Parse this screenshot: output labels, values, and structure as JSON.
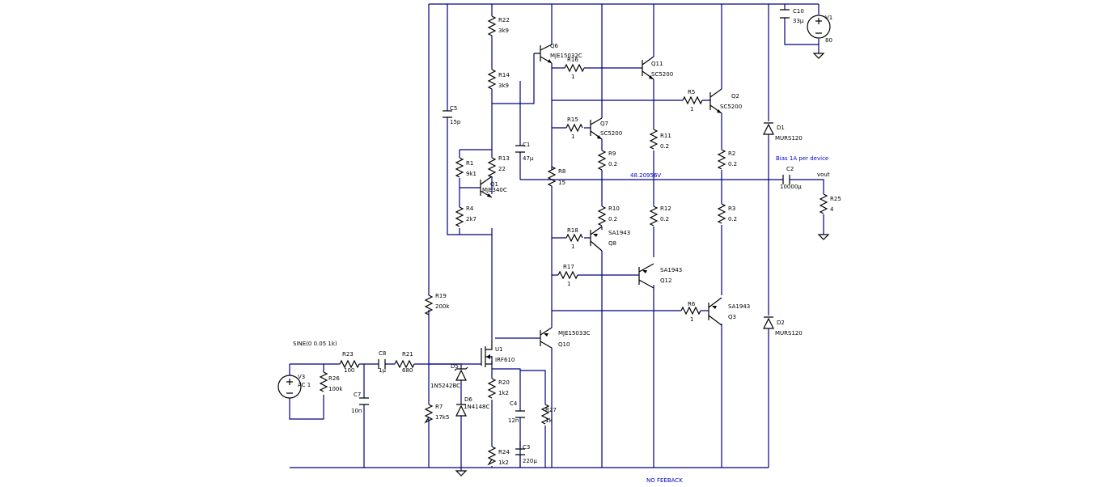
{
  "source": {
    "name": "V3",
    "value": "AC 1",
    "directive": "SINE(0 0.05 1k)"
  },
  "supply": {
    "name": "V1",
    "value": "80"
  },
  "resistors": [
    {
      "name": "R22",
      "value": "3k9"
    },
    {
      "name": "R14",
      "value": "3k9"
    },
    {
      "name": "R16",
      "value": "1"
    },
    {
      "name": "R5",
      "value": "1"
    },
    {
      "name": "R15",
      "value": "1"
    },
    {
      "name": "R11",
      "value": "0.2"
    },
    {
      "name": "R9",
      "value": "0.2"
    },
    {
      "name": "R2",
      "value": "0.2"
    },
    {
      "name": "R13",
      "value": "22"
    },
    {
      "name": "R1",
      "value": "9k1"
    },
    {
      "name": "R8",
      "value": "15"
    },
    {
      "name": "R4",
      "value": "2k7"
    },
    {
      "name": "R10",
      "value": "0.2"
    },
    {
      "name": "R12",
      "value": "0.2"
    },
    {
      "name": "R3",
      "value": "0.2"
    },
    {
      "name": "R18",
      "value": "1"
    },
    {
      "name": "R17",
      "value": "1"
    },
    {
      "name": "R19",
      "value": "200k"
    },
    {
      "name": "R6",
      "value": "1"
    },
    {
      "name": "R23",
      "value": "100"
    },
    {
      "name": "R21",
      "value": "680"
    },
    {
      "name": "R26",
      "value": "100k"
    },
    {
      "name": "R20",
      "value": "1k2"
    },
    {
      "name": "R7",
      "value": "17k5"
    },
    {
      "name": "R27",
      "value": "1k"
    },
    {
      "name": "R24",
      "value": "1k2"
    },
    {
      "name": "R25",
      "value": "4"
    }
  ],
  "capacitors": [
    {
      "name": "C10",
      "value": "33µ"
    },
    {
      "name": "C5",
      "value": "15p"
    },
    {
      "name": "C1",
      "value": "47µ"
    },
    {
      "name": "C2",
      "value": "10000µ"
    },
    {
      "name": "C8",
      "value": "1µ"
    },
    {
      "name": "C7",
      "value": "10n"
    },
    {
      "name": "C4",
      "value": "12n"
    },
    {
      "name": "C3",
      "value": "220µ"
    }
  ],
  "transistors": [
    {
      "name": "Q6",
      "model": "MJE15032C"
    },
    {
      "name": "Q11",
      "model": "SC5200"
    },
    {
      "name": "Q2",
      "model": "SC5200"
    },
    {
      "name": "Q7",
      "model": "SC5200"
    },
    {
      "name": "Q1",
      "model": "MJE340C"
    },
    {
      "name": "Q8",
      "model": "SA1943"
    },
    {
      "name": "Q12",
      "model": "SA1943"
    },
    {
      "name": "Q3",
      "model": "SA1943"
    },
    {
      "name": "Q10",
      "model": "MJE15033C"
    },
    {
      "name": "U1",
      "model": "IRF610"
    }
  ],
  "diodes": [
    {
      "name": "D1",
      "model": "MURS120"
    },
    {
      "name": "D2",
      "model": "MURS120"
    },
    {
      "name": "D5",
      "model": "1N5242BC"
    },
    {
      "name": "D6",
      "model": "1N4148C"
    }
  ],
  "annotations": {
    "node_voltage": "48.20956V",
    "bias_note": "Bias 1A per device",
    "output_label": "vout",
    "footer_note": "NO FEEBACK"
  }
}
